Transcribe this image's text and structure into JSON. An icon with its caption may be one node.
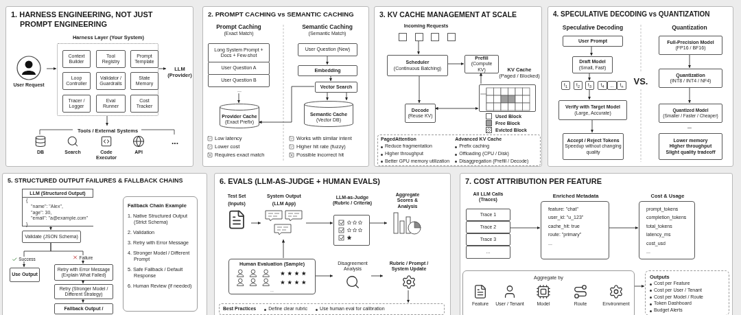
{
  "diagram": {
    "nodes": [
      {
        "text": [
          "1. HARNESS ENGINEERING, NOT JUST PROMPT ENGINEERING"
        ]
      },
      {
        "text": [
          "User Request"
        ],
        "in": 0
      },
      {
        "text": [
          "Harness Layer (Your System)"
        ],
        "in": 0
      },
      {
        "text": [
          "Context Builder"
        ],
        "in": 2
      },
      {
        "text": [
          "Tool Registry"
        ],
        "in": 2
      },
      {
        "text": [
          "Prompt Template"
        ],
        "in": 2
      },
      {
        "text": [
          "Loop Controller"
        ],
        "in": 2
      },
      {
        "text": [
          "Validator / Guardrails"
        ],
        "in": 2
      },
      {
        "text": [
          "State Memory"
        ],
        "in": 2
      },
      {
        "text": [
          "Tracer / Logger"
        ],
        "in": 2
      },
      {
        "text": [
          "Eval Runner"
        ],
        "in": 2
      },
      {
        "text": [
          "Cost Tracker"
        ],
        "in": 2
      },
      {
        "text": [
          "LLM (Provider)"
        ],
        "in": 0
      },
      {
        "text": [
          "Tools / External Systems"
        ],
        "in": 0
      },
      {
        "text": [
          "DB"
        ],
        "in": 0
      },
      {
        "text": [
          "Search"
        ],
        "in": 0
      },
      {
        "text": [
          "Code Executor"
        ],
        "in": 0
      },
      {
        "text": [
          "API"
        ],
        "in": 0
      },
      {
        "text": [
          "..."
        ],
        "in": 0
      },
      {
        "text": [
          "2. PROMPT CACHING vs SEMANTIC CACHING"
        ]
      },
      {
        "text": [
          "Long System Prompt + Docs + Few-shot"
        ],
        "in": 19
      },
      {
        "text": [
          "User Question A"
        ],
        "in": 19
      },
      {
        "text": [
          "User Question B"
        ],
        "in": 19
      },
      {
        "text": [
          "..."
        ],
        "in": 19
      },
      {
        "text": [
          "Provider Cache",
          "(Exact Prefix)"
        ],
        "in": 19
      },
      {
        "text": [
          "User Question (New)"
        ],
        "in": 19
      },
      {
        "text": [
          "Embedding"
        ],
        "in": 19
      },
      {
        "text": [
          "Vector Search"
        ],
        "in": 19
      },
      {
        "text": [
          "Semantic Cache",
          "(Vector DB)"
        ],
        "in": 19
      },
      {
        "text": [
          "3. KV CACHE MANAGEMENT AT SCALE"
        ]
      },
      {
        "text": [],
        "shape": "box",
        "in": 29
      },
      {
        "text": [],
        "shape": "box",
        "in": 29
      },
      {
        "text": [],
        "shape": "box",
        "in": 29
      },
      {
        "text": [],
        "shape": "box",
        "in": 29
      },
      {
        "text": [
          "Scheduler",
          "(Continuous Batching)"
        ],
        "in": 29
      },
      {
        "text": [
          "Prefill",
          "(Compute KV)"
        ],
        "in": 29
      },
      {
        "text": [
          "Decode",
          "(Reuse KV)"
        ],
        "in": 29
      },
      {
        "text": [
          "KV Cache",
          "(Paged / Blocked)"
        ],
        "in": 29
      },
      {
        "text": [
          "PagedAttention",
          "Reduce fragmentation",
          "Higher throughput",
          "Better GPU memory utilization",
          "Advanced KV Cache",
          "Prefix caching",
          "Offloading (CPU / Disk)",
          "Disaggregation (Prefill / Decode)"
        ],
        "in": 29
      },
      {
        "text": [
          "4. SPECULATIVE DECODING vs QUANTIZATION"
        ]
      },
      {
        "text": [
          "User Prompt"
        ],
        "in": 39
      },
      {
        "text": [
          "Draft Model",
          "(Small, Fast)"
        ],
        "in": 39
      },
      {
        "text": [
          "t$_{1}$"
        ],
        "in": 39
      },
      {
        "text": [
          "t$_{2}$"
        ],
        "in": 39
      },
      {
        "text": [
          "t$_{3}$"
        ],
        "in": 39
      },
      {
        "text": [
          "t$_{4}$"
        ],
        "in": 39
      },
      {
        "text": [
          "..."
        ],
        "in": 39
      },
      {
        "text": [
          "t$_{n}$"
        ],
        "in": 39
      },
      {
        "text": [
          "Verify with Target Model",
          "(Large, Accurate)"
        ],
        "in": 39
      },
      {
        "text": [
          "Accept / Reject Tokens",
          "Speedup without changing quality"
        ],
        "in": 39
      },
      {
        "text": [
          "Full-Precision Model",
          "(FP16 / BF16)"
        ],
        "in": 39
      },
      {
        "text": [
          "Quantization",
          "(INT8 / INT4 / NF4)"
        ],
        "in": 39
      },
      {
        "text": [
          "Quantized Model",
          "(Smaller / Faster / Cheaper)"
        ],
        "in": 39
      },
      {
        "text": [
          "Lower memory",
          "Higher throughput",
          "Slight quality tradeoff"
        ],
        "in": 39
      },
      {
        "text": [
          "5. STRUCTURED OUTPUT FAILURES & FALLBACK CHAINS"
        ]
      },
      {
        "text": [
          "LLM (Structured Output)",
          "{",
          "\"name\": \"Alex\",",
          "\"age\": 30,",
          "\"email\": \"a@example.com\"",
          "}"
        ],
        "in": 54
      },
      {
        "text": [
          "Validate (JSON Schema)"
        ],
        "in": 54
      },
      {
        "text": [
          "Use Output"
        ],
        "in": 54
      },
      {
        "text": [
          "Retry with Error Message (Explain What Failed)"
        ],
        "in": 54
      },
      {
        "text": [
          "Retry (Stronger Model / Different Strategy)"
        ],
        "in": 54
      },
      {
        "text": [
          "Fallback Output /"
        ],
        "in": 54
      },
      {
        "text": [
          "Fallback Chain Example",
          "1. Native Structured Output (Strict Schema)",
          "2. Validation",
          "3. Retry with Error Message",
          "4. Stronger Model / Different Prompt",
          "5. Safe Fallback / Default Response",
          "6. Human Review (If needed)"
        ],
        "in": 54
      },
      {
        "text": [
          "6. EVALS (LLM-AS-JUDGE + HUMAN EVALS)"
        ]
      },
      {
        "text": [
          "Test Set",
          "(Inputs)"
        ],
        "in": 62
      },
      {
        "text": [
          "System Output",
          "(LLM App)"
        ],
        "in": 62
      },
      {
        "text": [
          "LLM-as-Judge",
          "(Rubric / Criteria)"
        ],
        "in": 62
      },
      {
        "text": [
          "Aggregate Scores & Analysis"
        ],
        "in": 62
      },
      {
        "text": [
          "Human Evaluation (Sample)",
          "..."
        ],
        "in": 62
      },
      {
        "text": [
          "Disagreement Analysis"
        ],
        "in": 62
      },
      {
        "text": [
          "Rubric / Prompt / System Update"
        ],
        "in": 62
      },
      {
        "text": [
          "Best Practices",
          "Define clear rubric",
          "Use human eval for calibration"
        ],
        "in": 62
      },
      {
        "text": [
          "7. COST ATTRIBUTION PER FEATURE"
        ]
      },
      {
        "text": [
          "All LLM Calls",
          "(Traces)"
        ],
        "in": 71
      },
      {
        "text": [
          "Trace 1"
        ],
        "in": 72
      },
      {
        "text": [
          "Trace 2"
        ],
        "in": 72
      },
      {
        "text": [
          "Trace 3"
        ],
        "in": 72
      },
      {
        "text": [
          "..."
        ],
        "in": 72
      },
      {
        "text": [
          "Enriched Metadata",
          "feature: \"chat\"",
          "user_id: \"u_123\"",
          "cache_hit: true",
          "route: \"primary\"",
          "..."
        ],
        "in": 71
      },
      {
        "text": [
          "Cost & Usage",
          "prompt_tokens",
          "completion_tokens",
          "total_tokens",
          "latency_ms",
          "cost_usd",
          "..."
        ],
        "in": 71
      },
      {
        "text": [
          "Aggregate by"
        ],
        "in": 71
      },
      {
        "text": [
          "Feature"
        ],
        "in": 79
      },
      {
        "text": [
          "User / Tenant"
        ],
        "in": 79
      },
      {
        "text": [
          "Model"
        ],
        "in": 79
      },
      {
        "text": [
          "Route"
        ],
        "in": 79
      },
      {
        "text": [
          "Environment"
        ],
        "in": 79
      },
      {
        "text": [
          "Outputs",
          "Cost per Feature",
          "Cost per User / Tenant",
          "Cost per Model / Route",
          "Token Dashboard",
          "Budget Alerts"
        ],
        "in": 71
      }
    ],
    "edges": [
      {
        "from": 1,
        "to": 2,
        "arrow": "to"
      },
      {
        "from": 2,
        "to": 12,
        "arrow": "to"
      },
      {
        "from": 2,
        "to": 13,
        "arrow": "to"
      },
      {
        "from": 23,
        "to": 24,
        "arrow": "to"
      },
      {
        "from": 25,
        "to": 26,
        "arrow": "to"
      },
      {
        "from": 26,
        "to": 27,
        "arrow": "to"
      },
      {
        "from": 27,
        "to": 28,
        "arrow": "to"
      },
      {
        "from": 27,
        "to": 28,
        "arrow": "to"
      },
      {
        "from": 27,
        "to": 24,
        "arrow": "to"
      },
      {
        "from": 31,
        "to": 34,
        "arrow": "to"
      },
      {
        "from": 34,
        "to": 35,
        "arrow": "to"
      },
      {
        "from": 34,
        "to": 36,
        "arrow": "to"
      },
      {
        "from": 36,
        "to": 37,
        "arrow": "both"
      },
      {
        "from": 37,
        "to": 35,
        "arrow": "to"
      },
      {
        "from": 40,
        "to": 41,
        "arrow": "to"
      },
      {
        "from": 41,
        "to": 44,
        "arrow": "to"
      },
      {
        "from": 44,
        "to": 48,
        "arrow": "to"
      },
      {
        "from": 48,
        "to": 49,
        "arrow": "to"
      },
      {
        "from": 50,
        "to": 51,
        "arrow": "to"
      },
      {
        "from": 51,
        "to": 52,
        "arrow": "to"
      },
      {
        "from": 55,
        "to": 56,
        "arrow": "to"
      },
      {
        "from": 56,
        "to": 57,
        "arrow": "to",
        "label": "Success"
      },
      {
        "from": 56,
        "to": 58,
        "arrow": "to",
        "label": "Failure"
      },
      {
        "from": 58,
        "to": 59,
        "arrow": "to"
      },
      {
        "from": 59,
        "to": 60,
        "arrow": "to"
      },
      {
        "from": 63,
        "to": 64,
        "arrow": "to"
      },
      {
        "from": 64,
        "to": 65,
        "arrow": "to"
      },
      {
        "from": 65,
        "to": 66,
        "arrow": "to"
      },
      {
        "from": 67,
        "to": 64,
        "arrow": "to"
      },
      {
        "from": 67,
        "to": 68,
        "arrow": "to"
      },
      {
        "from": 68,
        "to": 69,
        "arrow": "to"
      },
      {
        "from": 69,
        "to": 70,
        "arrow": "to"
      },
      {
        "from": 72,
        "to": 77,
        "arrow": "to"
      },
      {
        "from": 77,
        "to": 78,
        "arrow": "to"
      },
      {
        "from": 79,
        "to": 85,
        "arrow": "to"
      }
    ],
    "labels": [
      "Prompt Caching",
      "(Exact Match)",
      "Semantic Caching",
      "(Semantic Match)",
      "Low latency",
      "Lower cost",
      "Requires exact match",
      "Works with similar intent",
      "Higher hit rate (fuzzy)",
      "Possible incorrect hit",
      "Incoming Requests",
      "Speculative Decoding",
      "Quantization",
      "VS.",
      "..."
    ],
    "legend": [
      {
        "text": "Used Block",
        "color": "#ffffff"
      },
      {
        "text": "Free Block",
        "color": "#9e9e9e"
      },
      {
        "text": "Evicted Block"
      }
    ]
  }
}
